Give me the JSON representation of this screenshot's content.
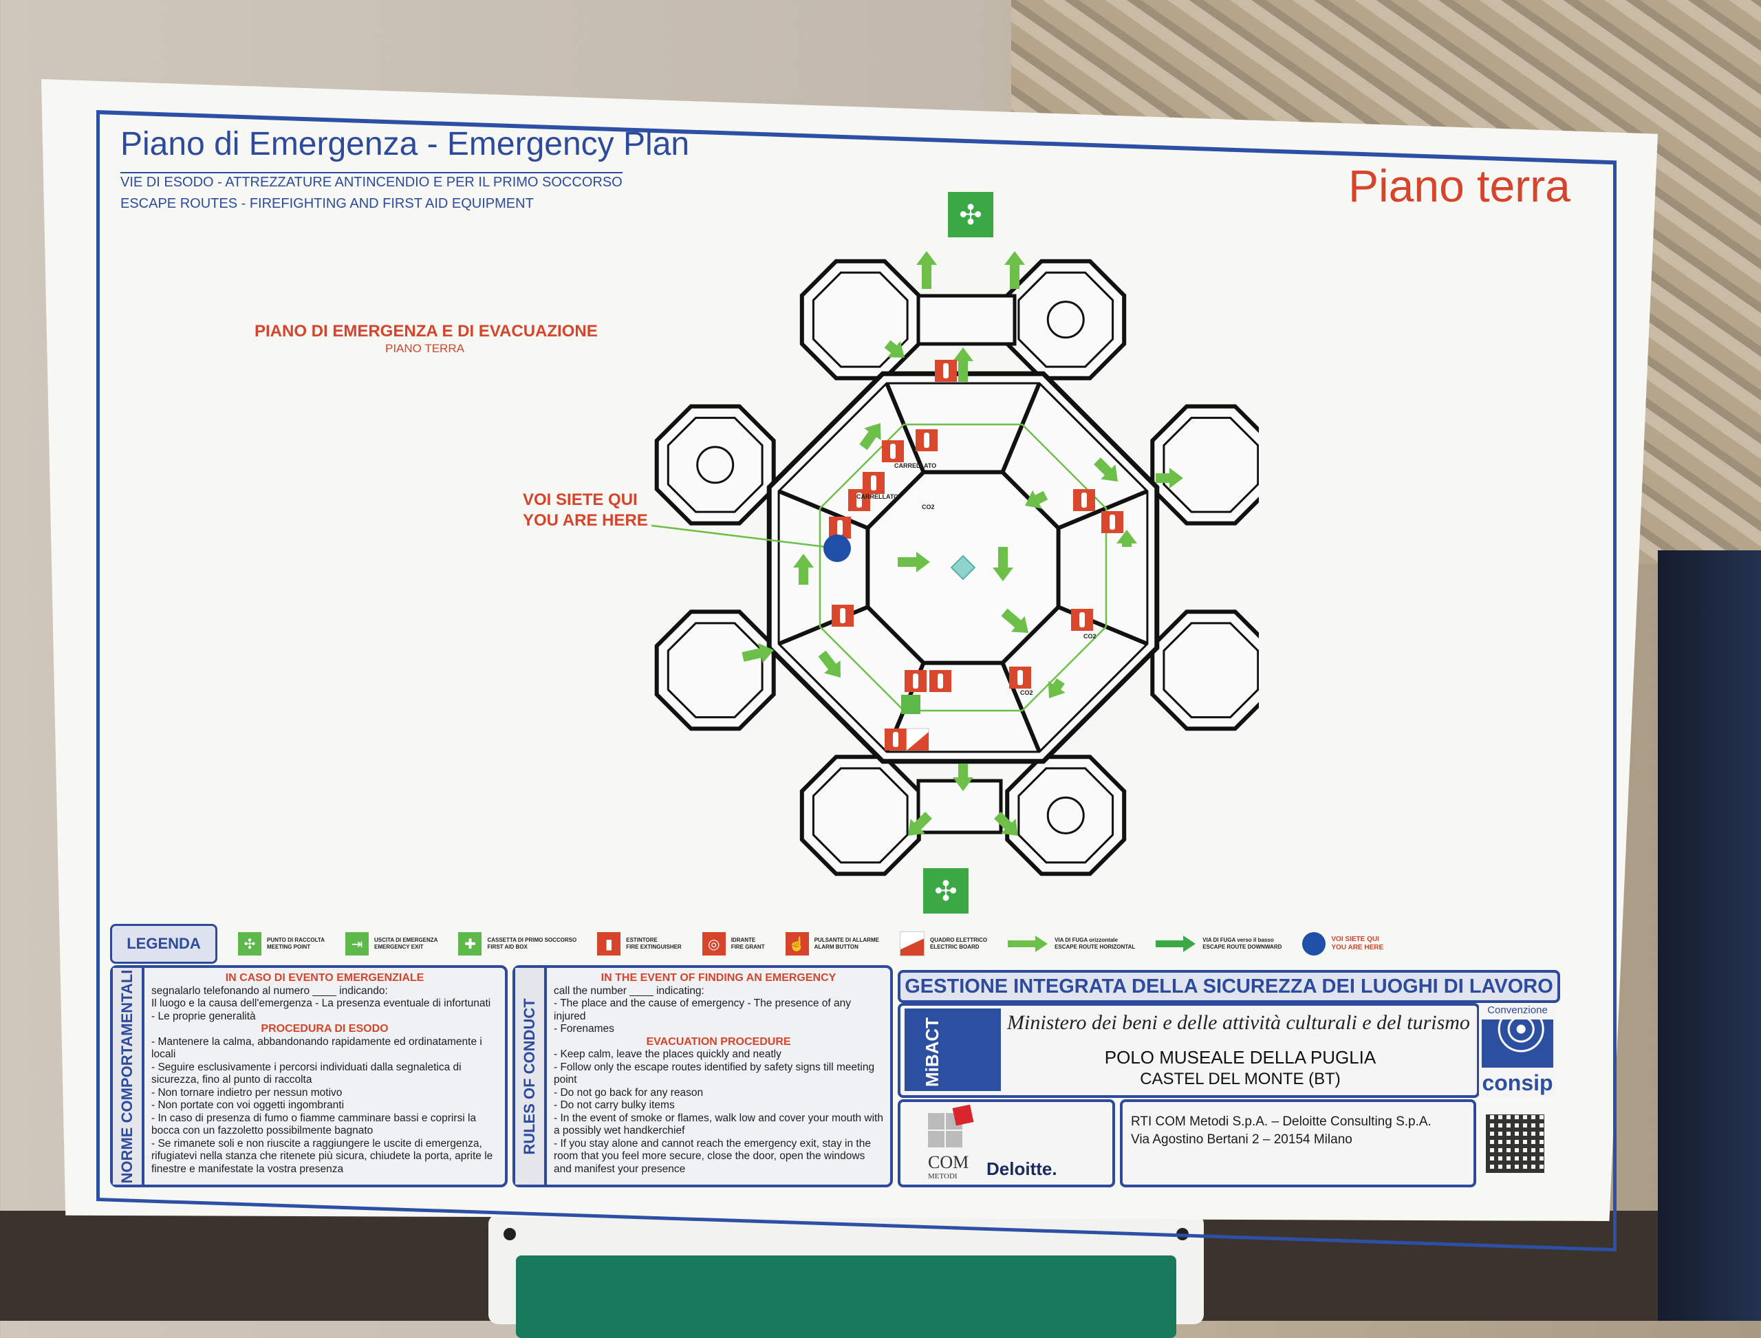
{
  "header": {
    "title": "Piano di Emergenza - Emergency Plan",
    "subtitle_it": "VIE DI ESODO - ATTREZZATURE ANTINCENDIO E PER IL PRIMO SOCCORSO",
    "subtitle_en": "ESCAPE ROUTES - FIREFIGHTING AND FIRST AID EQUIPMENT",
    "floor": "Piano terra"
  },
  "plan": {
    "heading": "PIANO DI EMERGENZA E DI EVACUAZIONE",
    "subheading": "PIANO TERRA",
    "you_are_here_it": "VOI SIETE QUI",
    "you_are_here_en": "YOU ARE HERE",
    "room_labels": [
      "CARRELLATO",
      "CARRELLATO",
      "CO2",
      "CO2",
      "CO2"
    ]
  },
  "colors": {
    "blue": "#2d4a9c",
    "red": "#d7442c",
    "green": "#6cc04a",
    "safety_green": "#3aa845",
    "dot": "#1f4fa8"
  },
  "legend": {
    "title": "LEGENDA",
    "items": [
      {
        "icon": "meeting-point-icon",
        "it": "PUNTO DI RACCOLTA",
        "en": "MEETING POINT",
        "color": "#5cb848"
      },
      {
        "icon": "emergency-exit-icon",
        "it": "USCITA DI EMERGENZA",
        "en": "EMERGENCY EXIT",
        "color": "#5cb848"
      },
      {
        "icon": "first-aid-icon",
        "it": "CASSETTA DI PRIMO SOCCORSO",
        "en": "FIRST AID BOX",
        "color": "#5cb848"
      },
      {
        "icon": "fire-extinguisher-icon",
        "it": "ESTINTORE",
        "en": "FIRE EXTINGUISHER",
        "color": "#d7442c"
      },
      {
        "icon": "fire-hydrant-icon",
        "it": "IDRANTE",
        "en": "FIRE GRANT",
        "color": "#d7442c"
      },
      {
        "icon": "alarm-button-icon",
        "it": "PULSANTE DI ALLARME",
        "en": "ALARM BUTTON",
        "color": "#d7442c"
      },
      {
        "icon": "electric-board-icon",
        "it": "QUADRO ELETTRICO",
        "en": "ELECTRIC BOARD",
        "color": "#d7442c"
      },
      {
        "icon": "escape-route-horizontal-icon",
        "it": "VIA DI FUGA orizzontale",
        "en": "ESCAPE ROUTE HORIZONTAL",
        "color": "#6cc04a"
      },
      {
        "icon": "escape-route-downward-icon",
        "it": "VIA DI FUGA verso il basso",
        "en": "ESCAPE ROUTE DOWNWARD",
        "color": "#3aa845"
      },
      {
        "icon": "you-are-here-icon",
        "it": "VOI SIETE QUI",
        "en": "YOU ARE HERE",
        "color": "#1f4fa8"
      }
    ]
  },
  "norme": {
    "side": "NORME COMPORTAMENTALI",
    "heading": "IN CASO DI EVENTO EMERGENZIALE",
    "intro": [
      "segnalarlo telefonando al numero ____ indicando:",
      "Il luogo e la causa dell'emergenza - La presenza eventuale di infortunati",
      "- Le proprie generalità"
    ],
    "procedure_heading": "PROCEDURA DI ESODO",
    "procedure": [
      "- Mantenere la calma, abbandonando rapidamente ed ordinatamente i locali",
      "- Seguire esclusivamente i percorsi individuati dalla segnaletica di sicurezza, fino al punto di raccolta",
      "- Non tornare indietro per nessun motivo",
      "- Non portate con voi oggetti ingombranti",
      "- In caso di presenza di fumo o fiamme camminare bassi e coprirsi la bocca con un fazzoletto possibilmente bagnato",
      "- Se rimanete soli e non riuscite a raggiungere le uscite di emergenza, rifugiatevi nella stanza che ritenete più sicura, chiudete la porta, aprite le finestre e manifestate la vostra presenza"
    ]
  },
  "rules": {
    "side": "RULES OF CONDUCT",
    "heading": "IN THE EVENT OF FINDING AN EMERGENCY",
    "intro": [
      "call the number ____ indicating:",
      "- The place and the cause of emergency - The presence of any injured",
      "- Forenames"
    ],
    "procedure_heading": "EVACUATION PROCEDURE",
    "procedure": [
      "- Keep calm, leave the places quickly and neatly",
      "- Follow only the escape routes identified by safety signs till meeting point",
      "- Do not go back for any reason",
      "- Do not carry bulky items",
      "- In the event of smoke or flames, walk low and cover your mouth with a possibly wet handkerchief",
      "- If you stay alone and cannot reach the emergency exit, stay in the room that you feel more secure, close the door, open the windows and manifest your presence"
    ]
  },
  "footer": {
    "banner": "GESTIONE INTEGRATA DELLA SICUREZZA DEI LUOGHI DI LAVORO",
    "ministry": "Ministero dei beni e delle attività culturali e del turismo",
    "polo": "POLO MUSEALE DELLA PUGLIA",
    "site": "CASTEL DEL MONTE (BT)",
    "mibact_logo": "MiBACT",
    "consip_top": "Convenzione",
    "consip": "consip",
    "com_logo": "COM",
    "com_sub": "METODI",
    "deloitte": "Deloitte.",
    "rti_line1": "RTI COM Metodi S.p.A. – Deloitte Consulting S.p.A.",
    "rti_line2": "Via Agostino Bertani 2 – 20154 Milano"
  }
}
